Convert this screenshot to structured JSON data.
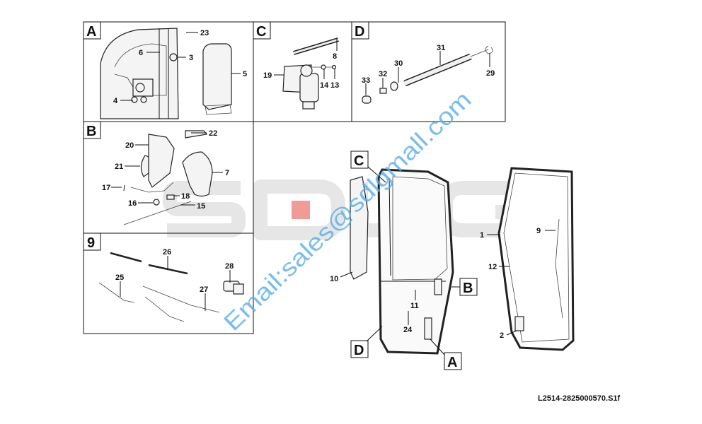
{
  "sections": {
    "A": "A",
    "B": "B",
    "C": "C",
    "D": "D",
    "nine": "9"
  },
  "callouts": {
    "a": [
      "23",
      "6",
      "3",
      "5",
      "4"
    ],
    "c": [
      "8",
      "19",
      "14",
      "13"
    ],
    "d": [
      "31",
      "30",
      "32",
      "33",
      "29"
    ],
    "b": [
      "22",
      "20",
      "21",
      "7",
      "17",
      "18",
      "16",
      "15"
    ],
    "nine": [
      "26",
      "28",
      "25",
      "27"
    ],
    "door": [
      "10",
      "11",
      "24",
      "1",
      "9",
      "12",
      "2"
    ]
  },
  "door_refs": {
    "C": "C",
    "B": "B",
    "D": "D",
    "A": "A"
  },
  "watermark": {
    "email": "Email:sales@sdlgmall.com",
    "brand": "SDLG"
  },
  "drawing_code": "L2514-2825000570.S1f",
  "colors": {
    "watermark_blue": "#5aaee8",
    "brand_red": "#e23a2e"
  }
}
